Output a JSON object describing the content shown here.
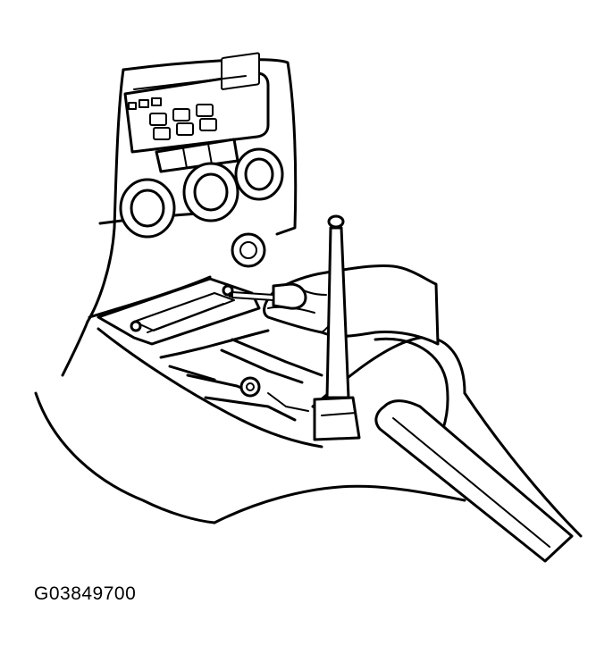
{
  "figure": {
    "id_label": "G03849700"
  },
  "colors": {
    "line": "#000000",
    "background": "#ffffff"
  },
  "components": [
    "radio-panel",
    "climate-control-knobs",
    "center-console",
    "console-trim-panel",
    "screwdriver",
    "hand",
    "shift-lever",
    "parking-brake-lever",
    "trim-clips"
  ]
}
